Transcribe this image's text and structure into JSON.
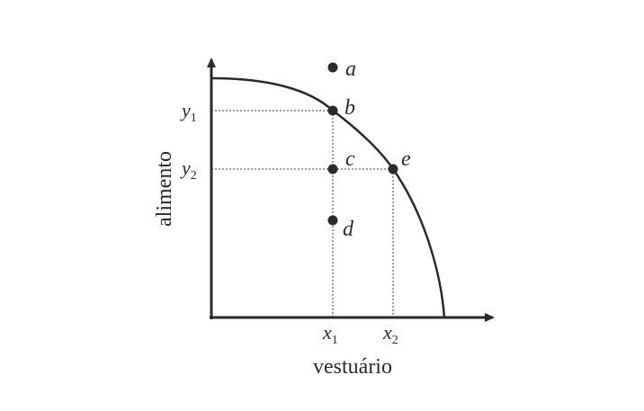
{
  "diagram": {
    "x_axis_label": "vestuário",
    "y_axis_label": "alimento",
    "x_ticks": [
      {
        "base": "x",
        "sub": "1"
      },
      {
        "base": "x",
        "sub": "2"
      }
    ],
    "y_ticks": [
      {
        "base": "y",
        "sub": "1"
      },
      {
        "base": "y",
        "sub": "2"
      }
    ],
    "points": [
      "a",
      "b",
      "c",
      "d",
      "e"
    ]
  }
}
